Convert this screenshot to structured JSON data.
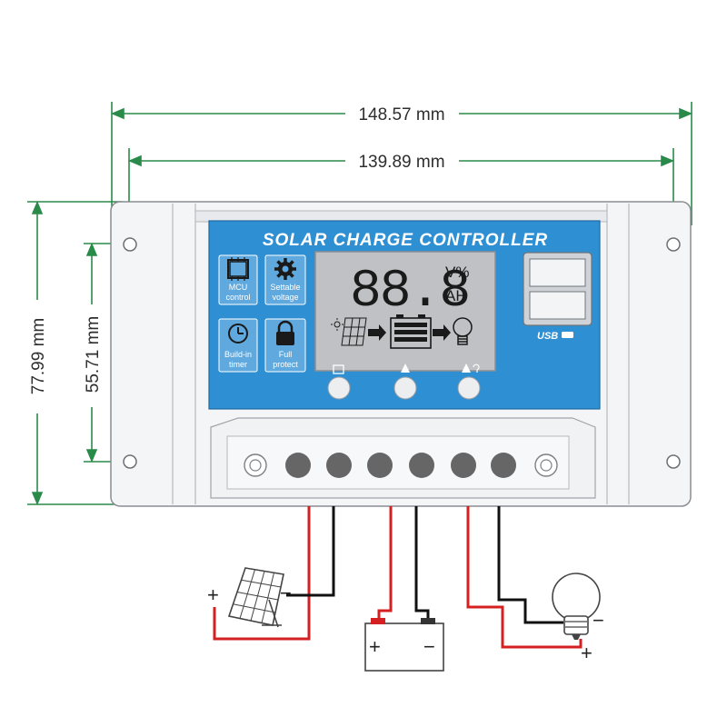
{
  "dimensions": {
    "outer_width": "148.57 mm",
    "hole_width": "139.89 mm",
    "outer_height": "77.99 mm",
    "hole_height": "55.71 mm"
  },
  "panel": {
    "title": "SOLAR CHARGE CONTROLLER",
    "features": [
      {
        "icon": "chip-icon",
        "line1": "MCU",
        "line2": "control"
      },
      {
        "icon": "gear-icon",
        "line1": "Settable",
        "line2": "voltage"
      },
      {
        "icon": "clock-icon",
        "line1": "Build-in",
        "line2": "timer"
      },
      {
        "icon": "lock-icon",
        "line1": "Full",
        "line2": "protect"
      }
    ],
    "lcd": {
      "digits": "88.8",
      "unit_top": "V%",
      "unit_bottom": "AH"
    },
    "usb_label": "USB",
    "buttons": [
      "menu-button",
      "minus-button",
      "plus-button"
    ]
  },
  "wiring": {
    "solar": {
      "plus": "+",
      "minus": "−"
    },
    "battery": {
      "plus": "+",
      "minus": "−"
    },
    "load": {
      "plus": "+",
      "minus": "−"
    }
  },
  "colors": {
    "dimension": "#2a8a4a",
    "panel_blue": "#2f8fd3",
    "wire_red": "#d42020",
    "wire_black": "#111111",
    "lcd_bg": "#bfc1c4",
    "casing": "#f3f4f6"
  }
}
